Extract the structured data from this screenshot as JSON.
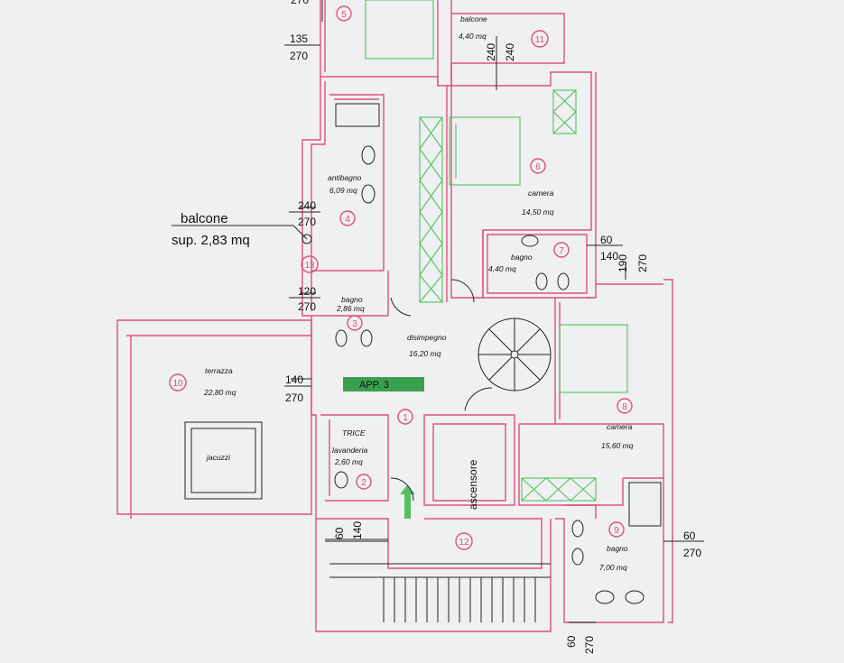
{
  "rooms": [
    {
      "number": "1",
      "name": "",
      "area": ""
    },
    {
      "number": "2",
      "name": "lavanderia",
      "area": "2,60 mq",
      "tag": "TRICE"
    },
    {
      "number": "3",
      "name": "bagno",
      "area": "2,86 mq"
    },
    {
      "number": "4",
      "name": "antibagno",
      "area": "6,09 mq"
    },
    {
      "number": "5",
      "name": "",
      "area": ""
    },
    {
      "number": "6",
      "name": "camera",
      "area": "14,50 mq"
    },
    {
      "number": "7",
      "name": "bagno",
      "area": "4,40 mq"
    },
    {
      "number": "8",
      "name": "camera",
      "area": "15,60 mq"
    },
    {
      "number": "9",
      "name": "bagno",
      "area": "7,00 mq"
    },
    {
      "number": "10",
      "name": "terrazza",
      "area": "22,80 mq"
    },
    {
      "number": "11",
      "name": "balcone",
      "area": "4,40 mq"
    },
    {
      "number": "12",
      "name": "",
      "area": ""
    },
    {
      "number": "13",
      "name": "",
      "area": ""
    }
  ],
  "disimpegno": {
    "name": "disimpegno",
    "area": "16,20 mq"
  },
  "jacuzzi": "jacuzzi",
  "ascensore": "ascensore",
  "app_label": "APP. 3",
  "balcone_callout": {
    "title": "balcone",
    "surface": "sup. 2,83 mq"
  },
  "window_dims": {
    "w5_top": "135",
    "w5_bottom": "270",
    "w4_top": "240",
    "w4_bottom": "270",
    "w3_top": "120",
    "w3_bottom": "270",
    "w10_top": "140",
    "w10_bottom": "270",
    "w11_a": "240",
    "w11_b": "240",
    "w7_top": "60",
    "w7_bottom": "140",
    "w8_a": "190",
    "w8_b": "270",
    "w9_top": "60",
    "w9_bottom": "270",
    "w12_a": "60",
    "w12_b": "140",
    "wbot_a": "60",
    "wbot_b": "270",
    "top_edge": "270"
  },
  "colors": {
    "wall": "#e0507a",
    "furniture": "#55c060",
    "background": "#eef0f1"
  }
}
